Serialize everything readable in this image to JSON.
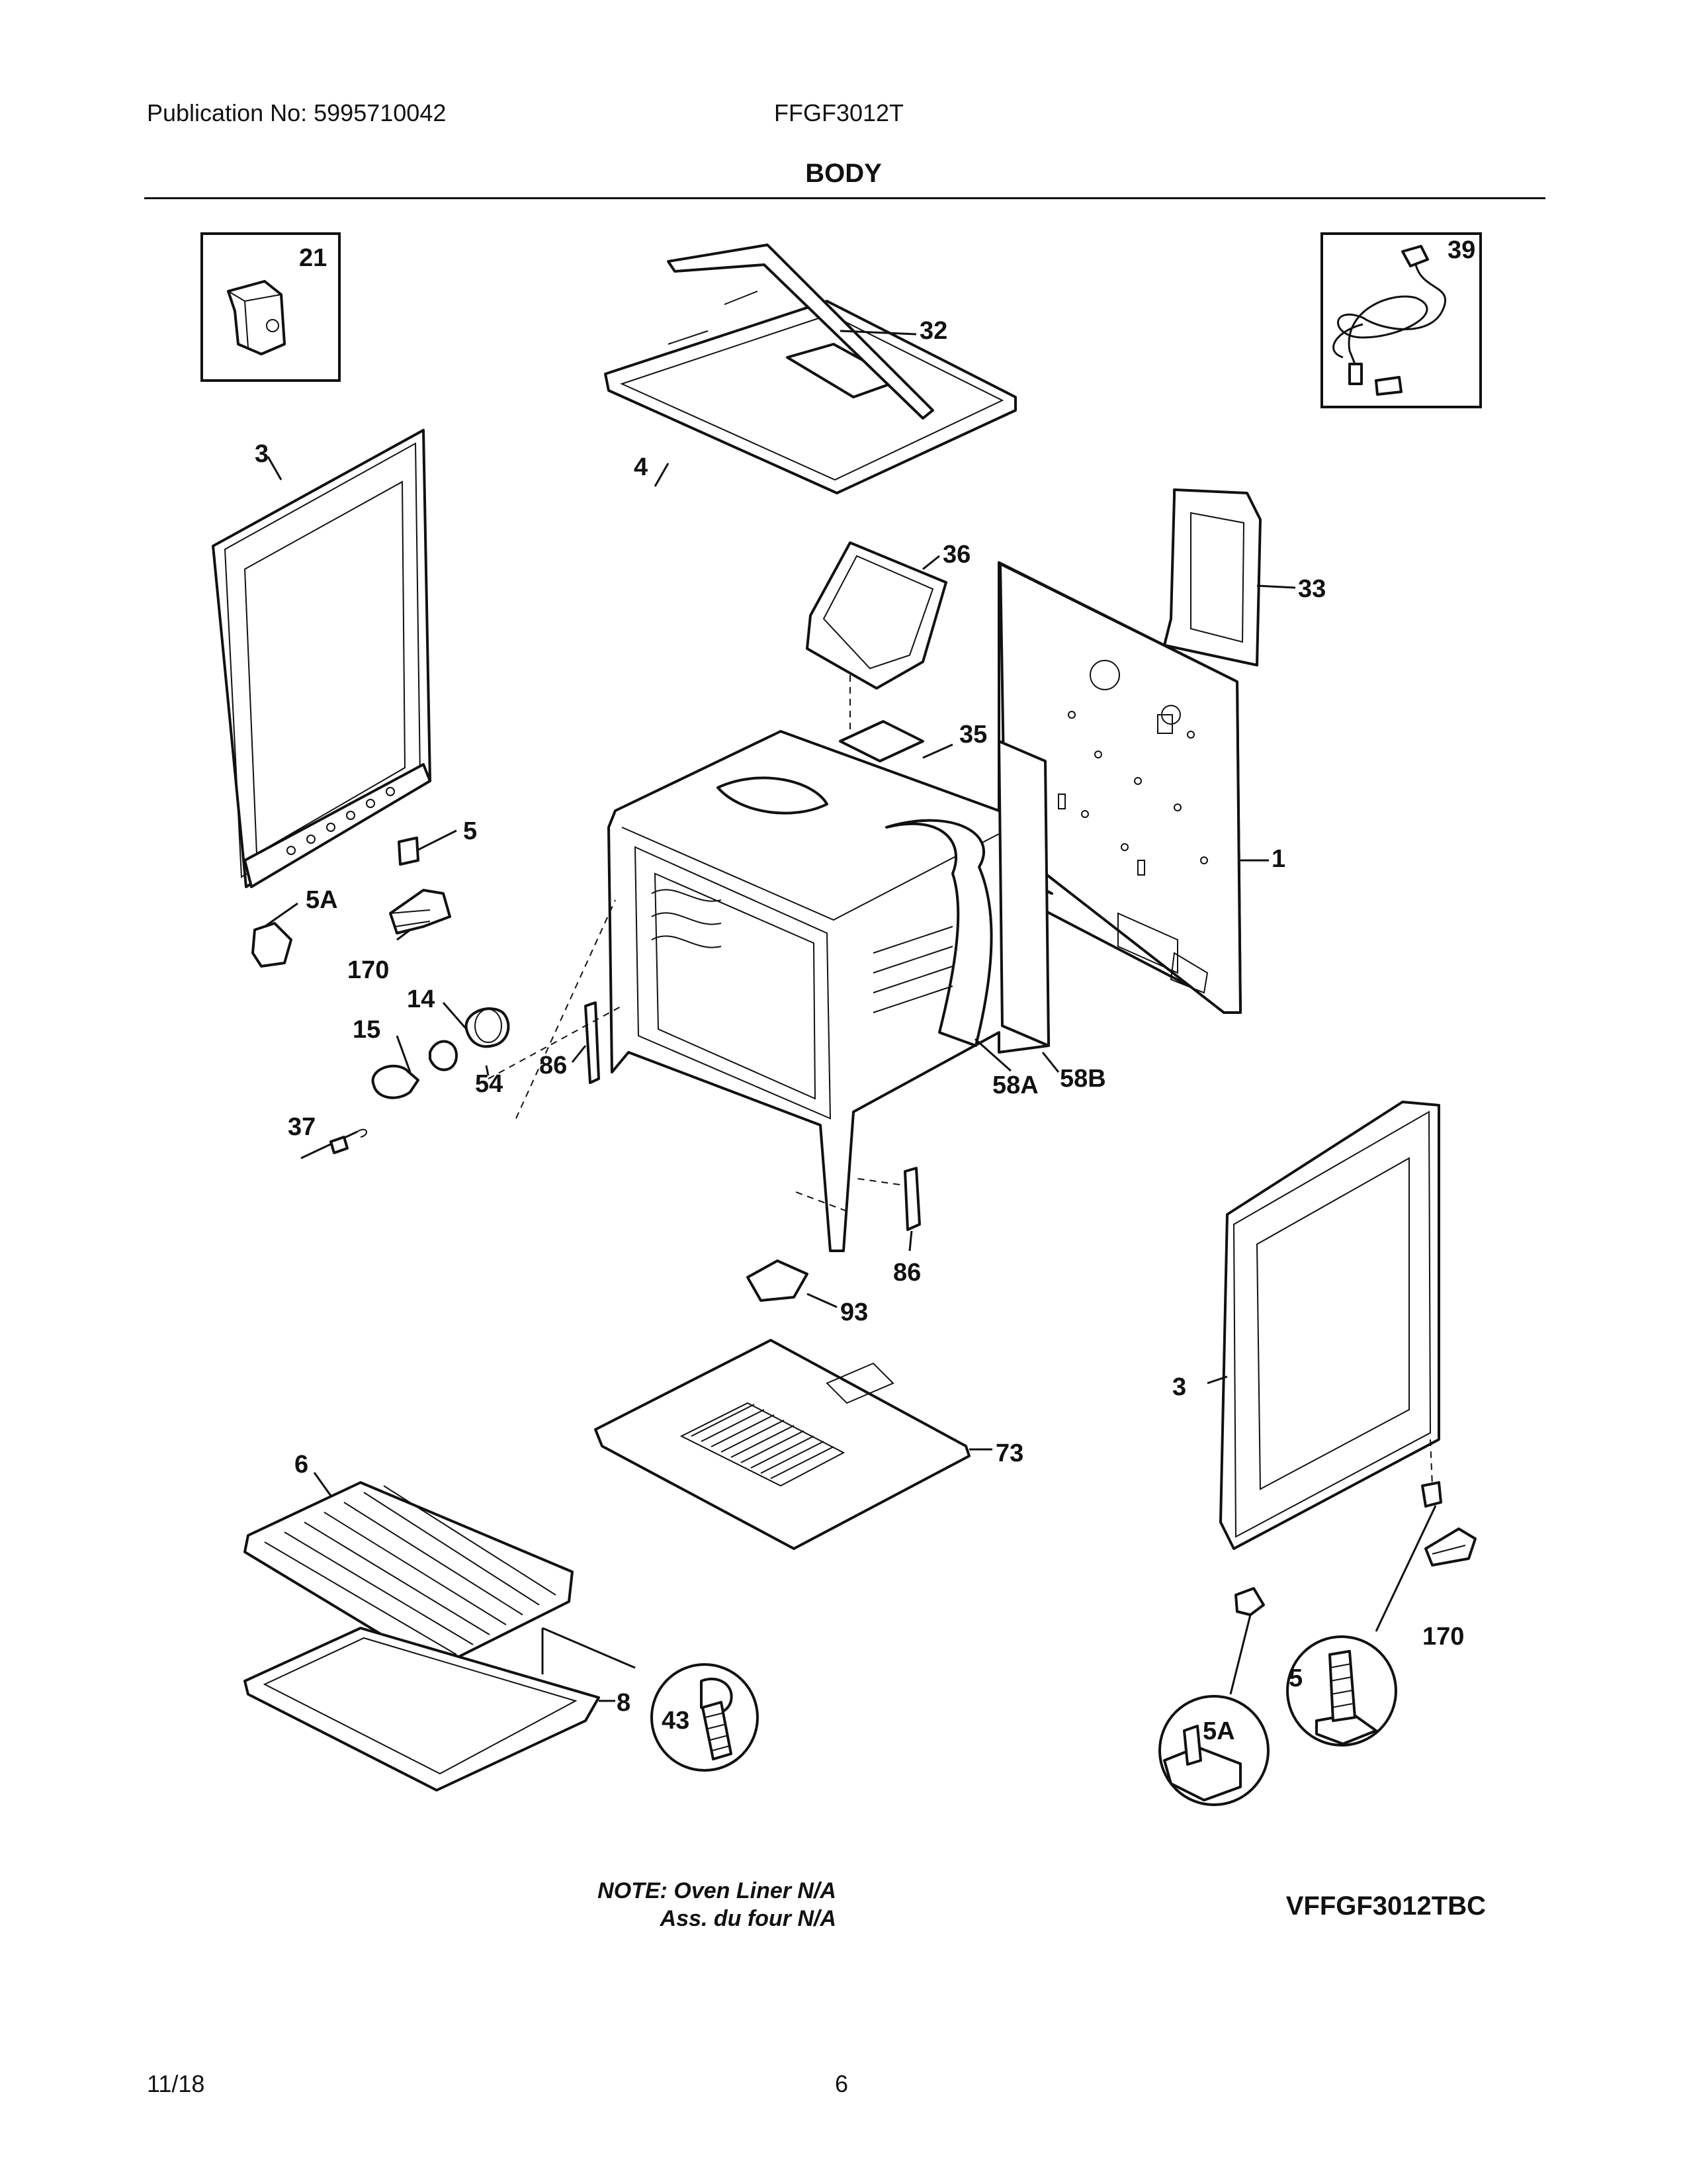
{
  "header": {
    "publication": "Publication No: 5995710042",
    "model": "FFGF3012T",
    "section_title": "BODY"
  },
  "callouts": {
    "p21": "21",
    "p39": "39",
    "p32": "32",
    "p4": "4",
    "p3_left": "3",
    "p36": "36",
    "p33": "33",
    "p35": "35",
    "p1": "1",
    "p5_left": "5",
    "p5A_left": "5A",
    "p170_left": "170",
    "p14": "14",
    "p15": "15",
    "p54": "54",
    "p86_left": "86",
    "p37": "37",
    "p58A": "58A",
    "p58B": "58B",
    "p86_right": "86",
    "p93": "93",
    "p73": "73",
    "p3_right": "3",
    "p6": "6",
    "p8": "8",
    "p43": "43",
    "p170_right": "170",
    "p5_right": "5",
    "p5A_right": "5A"
  },
  "notes": {
    "line1": "NOTE: Oven Liner N/A",
    "line2": "Ass. du four N/A"
  },
  "variant_code": "VFFGF3012TBC",
  "footer": {
    "date": "11/18",
    "page_number": "6"
  }
}
